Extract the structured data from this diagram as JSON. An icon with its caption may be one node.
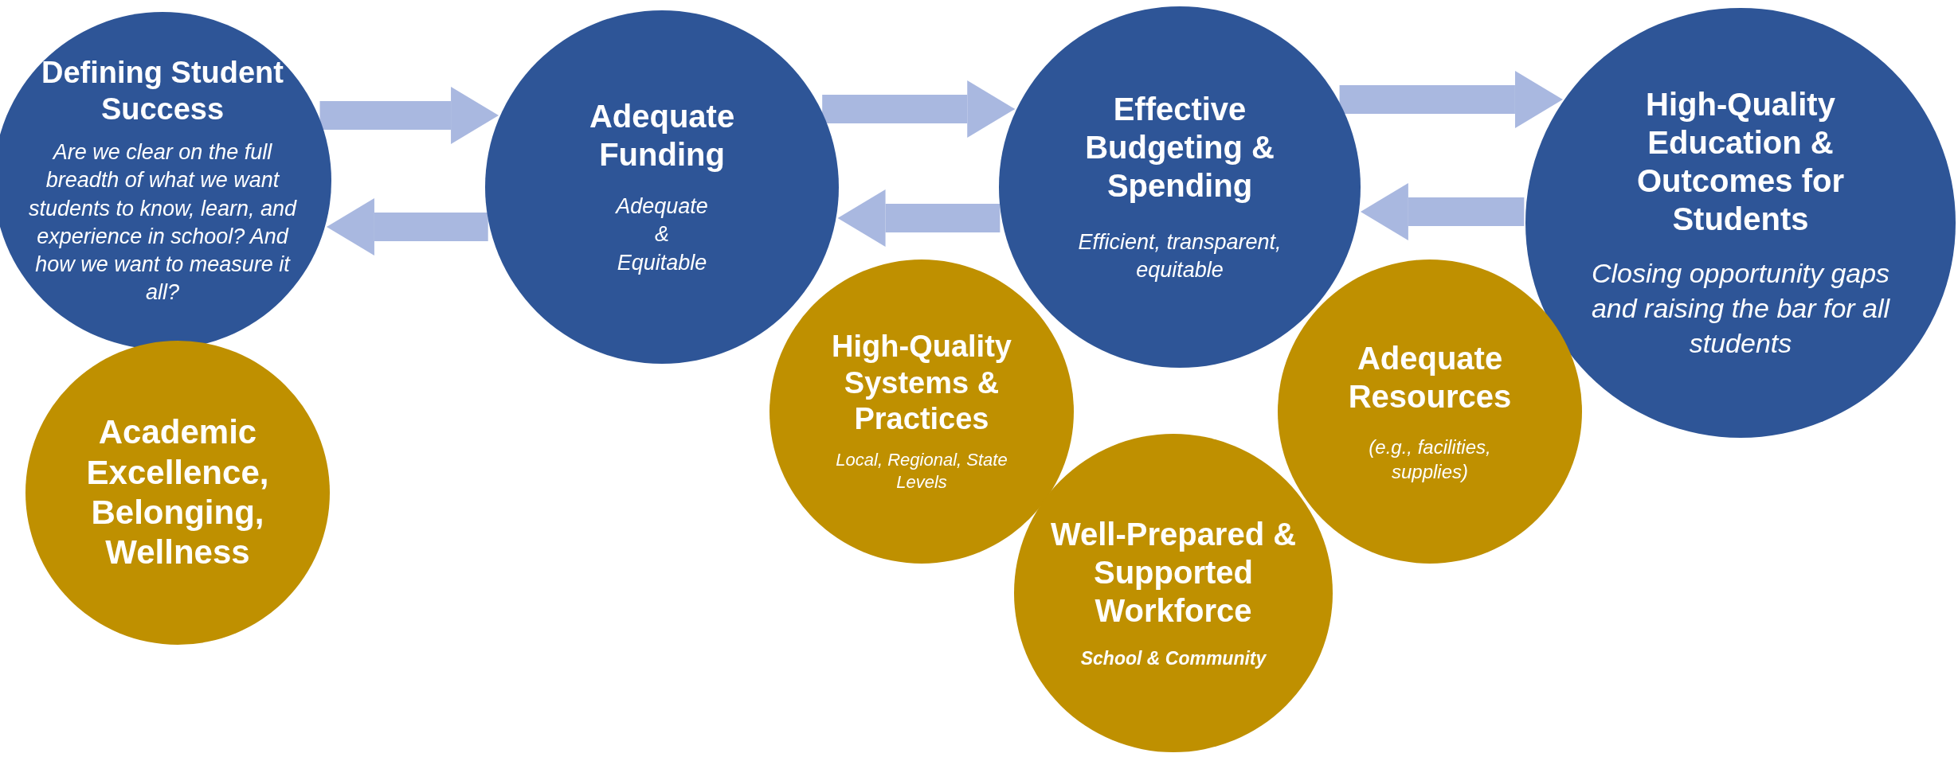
{
  "diagram": {
    "nodes": [
      {
        "text": [
          "Defining Student Success",
          "Are we clear on the full breadth of what we want students to know, learn, and experience in school? And how we want to measure it all?"
        ]
      },
      {
        "text": [
          "Adequate Funding",
          "Adequate & Equitable"
        ]
      },
      {
        "text": [
          "Effective Budgeting & Spending",
          "Efficient, transparent, equitable"
        ]
      },
      {
        "text": [
          "High-Quality Education & Outcomes for Students",
          "Closing opportunity gaps and raising the bar for all students"
        ]
      },
      {
        "text": [
          "Academic Excellence, Belonging, Wellness"
        ]
      },
      {
        "text": [
          "High-Quality Systems & Practices",
          "Local, Regional, State Levels"
        ]
      },
      {
        "text": [
          "Well-Prepared & Supported Workforce",
          "School & Community"
        ]
      },
      {
        "text": [
          "Adequate Resources",
          "(e.g., facilities, supplies)"
        ]
      }
    ],
    "edges": [
      {
        "from": 0,
        "to": 1,
        "arrow": "to"
      },
      {
        "from": 1,
        "to": 0,
        "arrow": "to"
      },
      {
        "from": 1,
        "to": 2,
        "arrow": "to"
      },
      {
        "from": 2,
        "to": 1,
        "arrow": "to"
      },
      {
        "from": 2,
        "to": 3,
        "arrow": "to"
      },
      {
        "from": 3,
        "to": 2,
        "arrow": "to"
      }
    ]
  }
}
